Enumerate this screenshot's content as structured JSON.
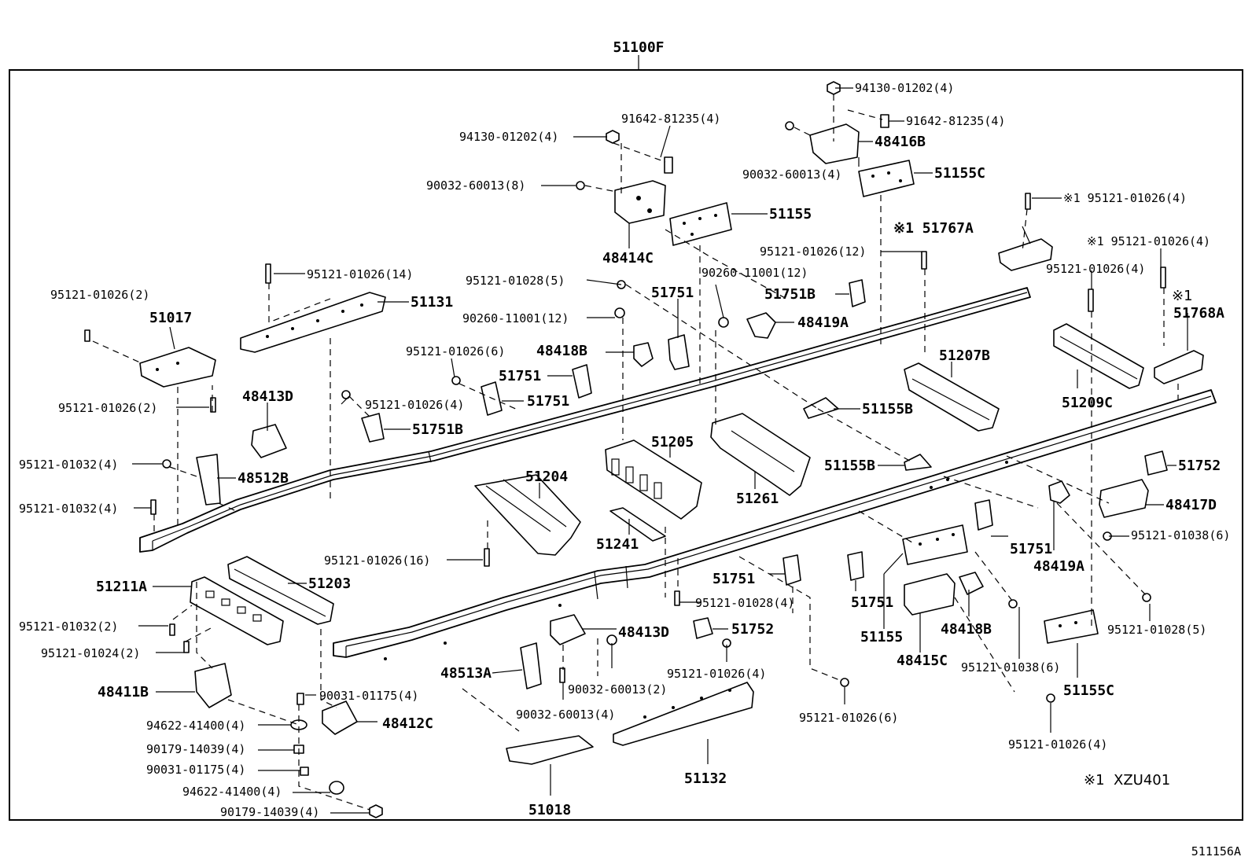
{
  "assembly": {
    "number": "51100F"
  },
  "diagram_id": "511156A",
  "footnote": {
    "mark": "※1",
    "text": "XZU401"
  },
  "labels": {
    "p94130_top": "94130-01202(4)",
    "p91642_top": "91642-81235(4)",
    "p48416B": "48416B",
    "p90032_r": "90032-60013(4)",
    "p51155C_top": "51155C",
    "p91642_l": "91642-81235(4)",
    "p94130_l": "94130-01202(4)",
    "p90032_l": "90032-60013(8)",
    "p51155": "51155",
    "p48414C": "48414C",
    "p95121_r1": "※1 95121-01026(4)",
    "p51767A": "※1 51767A",
    "p95121_12": "95121-01026(12)",
    "p95121_r2": "※1 95121-01026(4)",
    "p95121_r3": "95121-01026(4)",
    "p51768A_mark": "※1",
    "p51768A": "51768A",
    "p95121_14": "95121-01026(14)",
    "p51131": "51131",
    "p95121_1028_5": "95121-01028(5)",
    "p90260_12a": "90260-11001(12)",
    "p51751a": "51751",
    "p51751B_top": "51751B",
    "p48419A_top": "48419A",
    "p95121_2a": "95121-01026(2)",
    "p51017": "51017",
    "p90260_12b": "90260-11001(12)",
    "p48418B_top": "48418B",
    "p95121_6a": "95121-01026(6)",
    "p51207B": "51207B",
    "p51209C": "51209C",
    "p51751b": "51751",
    "p95121_2b": "95121-01026(2)",
    "p48413D_top": "48413D",
    "p95121_4a": "95121-01026(4)",
    "p51751c": "51751",
    "p51155B_a": "51155B",
    "p51751B_mid": "51751B",
    "p51205": "51205",
    "p95121_1032_4a": "95121-01032(4)",
    "p48512B": "48512B",
    "p51204": "51204",
    "p51155B_b": "51155B",
    "p51752_r": "51752",
    "p95121_1032_4b": "95121-01032(4)",
    "p51261": "51261",
    "p48417D": "48417D",
    "p95121_1038_6a": "95121-01038(6)",
    "p51241": "51241",
    "p95121_16": "95121-01026(16)",
    "p51751d": "51751",
    "p48419A_r": "48419A",
    "p51211A": "51211A",
    "p51203": "51203",
    "p51751e": "51751",
    "p95121_1028_4": "95121-01028(4)",
    "p51751f": "51751",
    "p95121_1032_2": "95121-01032(2)",
    "p48413D_b": "48413D",
    "p51752_b": "51752",
    "p51155_b": "51155",
    "p48418B_b": "48418B",
    "p95121_1028_5b": "95121-01028(5)",
    "p95121_1024_2": "95121-01024(2)",
    "p48513A": "48513A",
    "p95121_4b": "95121-01026(4)",
    "p48415C": "48415C",
    "p95121_1038_6b": "95121-01038(6)",
    "p51155C_b": "51155C",
    "p90032_2": "90032-60013(2)",
    "p48411B": "48411B",
    "p90031_a": "90031-01175(4)",
    "p90032_4b": "90032-60013(4)",
    "p95121_6b": "95121-01026(6)",
    "p48412C": "48412C",
    "p94622_a": "94622-41400(4)",
    "p90179_a": "90179-14039(4)",
    "p95121_4c": "95121-01026(4)",
    "p90031_b": "90031-01175(4)",
    "p94622_b": "94622-41400(4)",
    "p90179_b": "90179-14039(4)",
    "p51132": "51132",
    "p51018": "51018"
  }
}
